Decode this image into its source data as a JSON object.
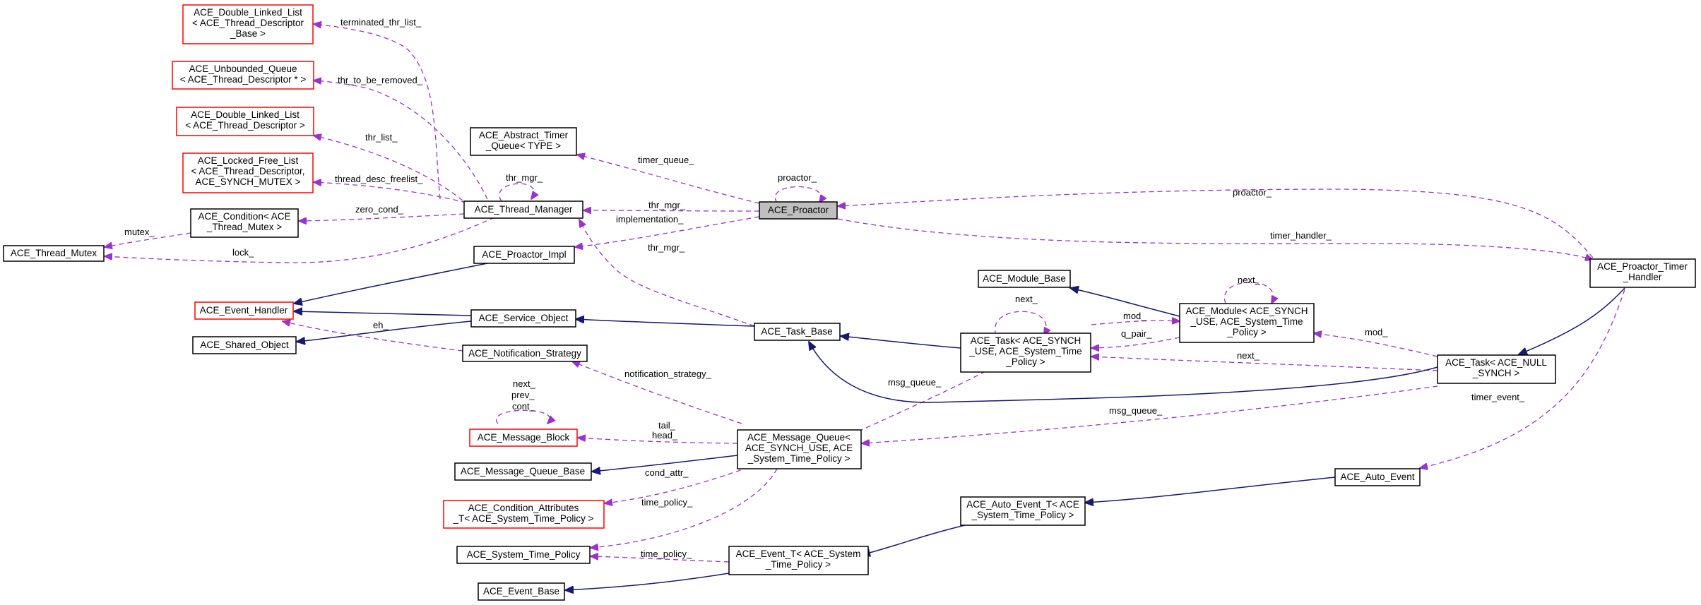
{
  "colors": {
    "usage_edge": "#9a32cd",
    "inherit_edge": "#191970",
    "incomplete_border": "#ff0000",
    "focus_fill": "#bfbfbf"
  },
  "nodes": {
    "dll_thread_descriptor_base": [
      "ACE_Double_Linked_List",
      "< ACE_Thread_Descriptor",
      "_Base >"
    ],
    "unbounded_queue": [
      "ACE_Unbounded_Queue",
      "< ACE_Thread_Descriptor * >"
    ],
    "dll_thread_descriptor": [
      "ACE_Double_Linked_List",
      "< ACE_Thread_Descriptor >"
    ],
    "locked_free_list": [
      "ACE_Locked_Free_List",
      "< ACE_Thread_Descriptor,",
      "ACE_SYNCH_MUTEX >"
    ],
    "condition": [
      "ACE_Condition< ACE",
      "_Thread_Mutex >"
    ],
    "thread_mutex": [
      "ACE_Thread_Mutex"
    ],
    "abstract_timer_queue": [
      "ACE_Abstract_Timer",
      "_Queue< TYPE >"
    ],
    "thread_manager": [
      "ACE_Thread_Manager"
    ],
    "proactor": [
      "ACE_Proactor"
    ],
    "proactor_impl": [
      "ACE_Proactor_Impl"
    ],
    "event_handler": [
      "ACE_Event_Handler"
    ],
    "service_object": [
      "ACE_Service_Object"
    ],
    "shared_object": [
      "ACE_Shared_Object"
    ],
    "notification_strategy": [
      "ACE_Notification_Strategy"
    ],
    "message_block": [
      "ACE_Message_Block"
    ],
    "message_queue_base": [
      "ACE_Message_Queue_Base"
    ],
    "condition_attributes": [
      "ACE_Condition_Attributes",
      "_T< ACE_System_Time_Policy >"
    ],
    "system_time_policy": [
      "ACE_System_Time_Policy"
    ],
    "event_base": [
      "ACE_Event_Base"
    ],
    "task_base": [
      "ACE_Task_Base"
    ],
    "message_queue": [
      "ACE_Message_Queue<",
      "ACE_SYNCH_USE, ACE",
      "_System_Time_Policy >"
    ],
    "event_t": [
      "ACE_Event_T< ACE_System",
      "_Time_Policy >"
    ],
    "module_base": [
      "ACE_Module_Base"
    ],
    "task_synch": [
      "ACE_Task< ACE_SYNCH",
      "_USE, ACE_System_Time",
      "_Policy >"
    ],
    "auto_event_t": [
      "ACE_Auto_Event_T< ACE",
      "_System_Time_Policy >"
    ],
    "module": [
      "ACE_Module< ACE_SYNCH",
      "_USE, ACE_System_Time",
      "_Policy >"
    ],
    "task_null": [
      "ACE_Task< ACE_NULL",
      "_SYNCH >"
    ],
    "auto_event": [
      "ACE_Auto_Event"
    ],
    "proactor_timer_handler": [
      "ACE_Proactor_Timer",
      "_Handler"
    ]
  },
  "edge_labels": {
    "terminated_thr_list": "terminated_thr_list_",
    "thr_to_be_removed": "thr_to_be_removed_",
    "thr_list": "thr_list_",
    "thr_mgr_self": "thr_mgr_",
    "thread_desc_freelist": "thread_desc_freelist_",
    "zero_cond": "zero_cond_",
    "mutex": "mutex_",
    "lock": "lock_",
    "timer_queue": "timer_queue_",
    "proactor_self": "proactor_",
    "thr_mgr_proactor": "thr_mgr_",
    "implementation": "implementation_",
    "thr_mgr_task": "thr_mgr_",
    "proactor_timer": "proactor_",
    "timer_handler": "timer_handler_",
    "eh": "eh_",
    "notification_strategy": "notification_strategy_",
    "next_mb": "next_",
    "prev_mb": "prev_",
    "cont_mb": "cont_",
    "tail": "tail_",
    "head": "head_",
    "cond_attr": "cond_attr_",
    "time_policy_mq": "time_policy_",
    "time_policy_ev": "time_policy_",
    "msg_queue_task": "msg_queue_",
    "msg_queue_null": "msg_queue_",
    "next_task": "next_",
    "mod": "mod_",
    "q_pair": "q_pair_",
    "next_module": "next_",
    "next_null": "next_",
    "mod_null": "mod_",
    "timer_event": "timer_event_"
  }
}
